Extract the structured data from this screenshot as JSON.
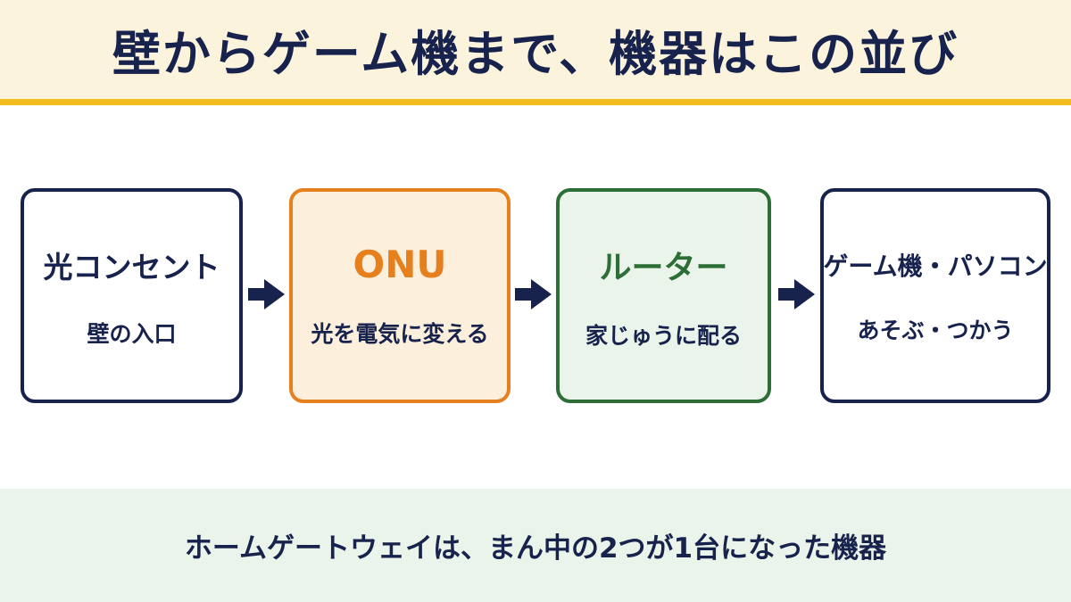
{
  "header": {
    "title": "壁からゲーム機まで、機器はこの並び"
  },
  "flow": {
    "steps": [
      {
        "title": "光コンセント",
        "subtitle": "壁の入口"
      },
      {
        "title": "ONU",
        "subtitle": "光を電気に変える"
      },
      {
        "title": "ルーター",
        "subtitle": "家じゅうに配る"
      },
      {
        "title": "ゲーム機・パソコン",
        "subtitle": "あそぶ・つかう"
      }
    ]
  },
  "footer": {
    "note": "ホームゲートウェイは、まん中の2つが1台になった機器"
  },
  "colors": {
    "navy": "#17224d",
    "header_bg": "#fcf3dd",
    "header_rule": "#f2bc1c",
    "onu_orange": "#e6801f",
    "onu_bg": "#fcf0dc",
    "router_green": "#2c6e36",
    "router_bg": "#eaf4ea",
    "footer_bg": "#ebf4ea"
  }
}
